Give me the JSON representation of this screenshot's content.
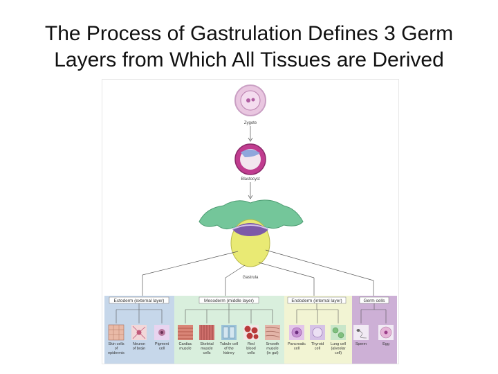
{
  "slide": {
    "title_line1": "The Process of Gastrulation Defines 3 Germ",
    "title_line2": "Layers from Which All Tissues are Derived"
  },
  "diagram": {
    "stages": {
      "zygote": "Zygote",
      "blastocyst": "Blastocyst",
      "gastrula": "Gastrula"
    },
    "layers": [
      {
        "key": "ectoderm",
        "label": "Ectoderm (external layer)",
        "color": "#c6d7ea",
        "cells": [
          {
            "label": [
              "Skin cells",
              "of",
              "epidermis"
            ]
          },
          {
            "label": [
              "Neuron",
              "of brain"
            ]
          },
          {
            "label": [
              "Pigment",
              "cell"
            ]
          }
        ]
      },
      {
        "key": "mesoderm",
        "label": "Mesoderm (middle layer)",
        "color": "#d9efdd",
        "cells": [
          {
            "label": [
              "Cardiac",
              "muscle"
            ]
          },
          {
            "label": [
              "Skeletal",
              "muscle",
              "cells"
            ]
          },
          {
            "label": [
              "Tubule cell",
              "of the",
              "kidney"
            ]
          },
          {
            "label": [
              "Red",
              "blood",
              "cells"
            ]
          },
          {
            "label": [
              "Smooth",
              "muscle",
              "(in gut)"
            ]
          }
        ]
      },
      {
        "key": "endoderm",
        "label": "Endoderm (internal layer)",
        "color": "#f2f4d3",
        "cells": [
          {
            "label": [
              "Pancreatic",
              "cell"
            ]
          },
          {
            "label": [
              "Thyroid",
              "cell"
            ]
          },
          {
            "label": [
              "Lung cell",
              "(alveolar",
              "cell)"
            ]
          }
        ]
      },
      {
        "key": "germ",
        "label": "Germ cells",
        "color": "#cdb0d6",
        "cells": [
          {
            "label": [
              "Sperm"
            ]
          },
          {
            "label": [
              "Egg"
            ]
          }
        ]
      }
    ]
  }
}
